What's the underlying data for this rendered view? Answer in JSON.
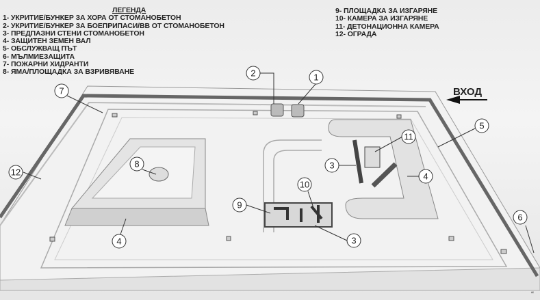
{
  "legend": {
    "title": "ЛЕГЕНДА",
    "items_left": [
      "1- УКРИТИЕ/БУНКЕР ЗА ХОРА ОТ СТОМАНОБЕТОН",
      "2- УКРИТИЕ/БУНКЕР ЗА БОЕПРИПАСИ/ВВ  ОТ СТОМАНОБЕТОН",
      "3- ПРЕДПАЗНИ СТЕНИ СТОМАНОБЕТОН",
      "4- ЗАЩИТЕН ЗЕМЕН ВАЛ",
      "5- ОБСЛУЖВАЩ ПЪТ",
      "6- МЪЛМИЕЗАЩИТА",
      "7- ПОЖАРНИ ХИДРАНТИ",
      "8- ЯМА/ПЛОЩАДКА ЗА ВЗРИВЯВАНЕ"
    ],
    "items_right": [
      "9-  ПЛОЩАДКА ЗА ИЗГАРЯНЕ",
      "10- КАМЕРА ЗА ИЗГАРЯНЕ",
      "11- ДЕТОНАЦИОННА КАМЕРА",
      "12- ОГРАДА"
    ]
  },
  "entry_label": "ВХОД",
  "callouts": [
    "1",
    "2",
    "7",
    "8",
    "12",
    "4",
    "9",
    "10",
    "3",
    "11",
    "4",
    "5",
    "3",
    "6"
  ],
  "trailing_mark": "“"
}
